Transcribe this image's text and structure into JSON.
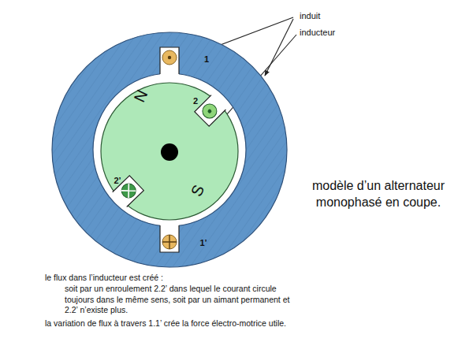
{
  "diagram": {
    "title": "modèle d’un alternateur monophasé en coupe.",
    "nodes": [
      {
        "text": [
          "1",
          "1’"
        ]
      },
      {
        "text": [
          "N",
          "2",
          "2’",
          "S"
        ]
      }
    ],
    "labels": [
      "induit",
      "inducteur",
      "le flux dans l’inducteur est créé :",
      "soit par un enroulement 2.2’ dans lequel le courant circule toujours dans le même sens, soit par un aimant permanent et 2.2’ n’existe plus.",
      "la variation de flux à travers 1.1’ crée la force électro-motrice utile."
    ]
  }
}
